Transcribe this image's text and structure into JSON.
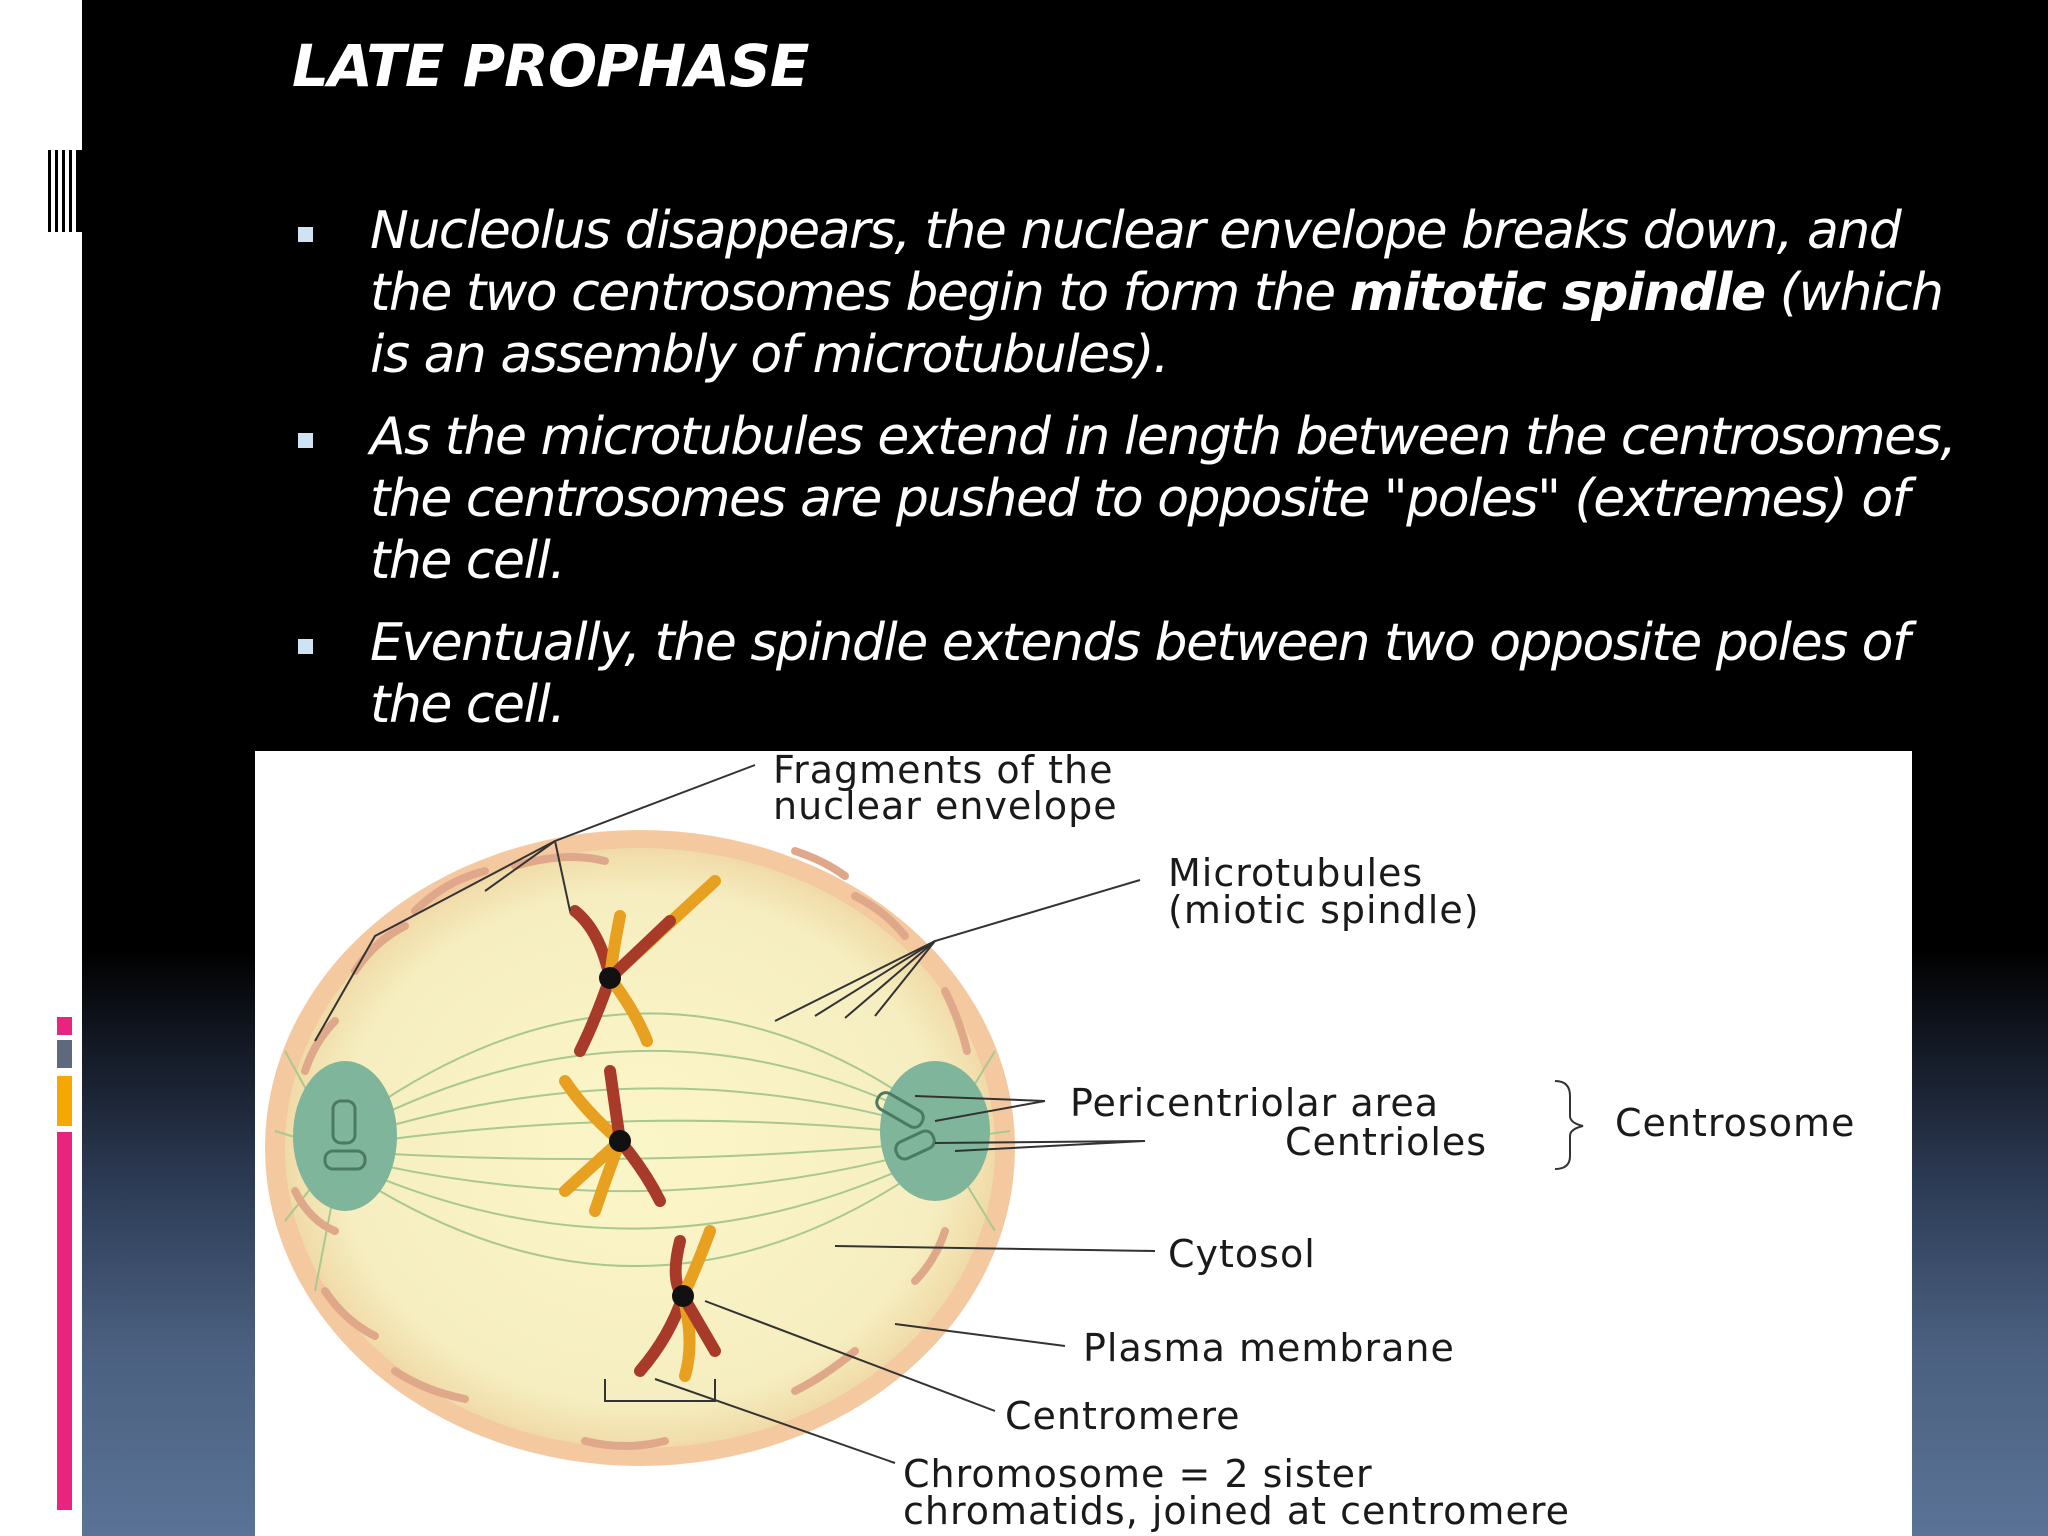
{
  "slide": {
    "title": "LATE PROPHASE",
    "bullets": [
      {
        "before": "Nucleolus disappears, the nuclear envelope breaks down, and the two centrosomes begin to form the ",
        "strong": "mitotic spindle",
        "after": " (which is an assembly of microtubules)."
      },
      {
        "before": "As the microtubules extend in length between the centrosomes, the centrosomes are pushed to opposite \"poles\" (extremes) of the cell.",
        "strong": "",
        "after": ""
      },
      {
        "before": "Eventually, the spindle extends between two opposite poles of the cell.",
        "strong": "",
        "after": ""
      }
    ]
  },
  "figure": {
    "labels": {
      "fragments_1": "Fragments of the",
      "fragments_2": "nuclear envelope",
      "microtubules_1": "Microtubules",
      "microtubules_2": "(miotic spindle)",
      "pericentriolar": "Pericentriolar area",
      "centrioles": "Centrioles",
      "centrosome": "Centrosome",
      "cytosol": "Cytosol",
      "plasma_membrane": "Plasma membrane",
      "centromere": "Centromere",
      "chromosome_1": "Chromosome = 2 sister",
      "chromosome_2": "chromatids, joined at centromere"
    }
  },
  "colors": {
    "accent_pink": "#e8247e",
    "accent_yellow": "#f5a800",
    "accent_gray": "#5d6a7e",
    "bullet": "#cfe3f2"
  }
}
